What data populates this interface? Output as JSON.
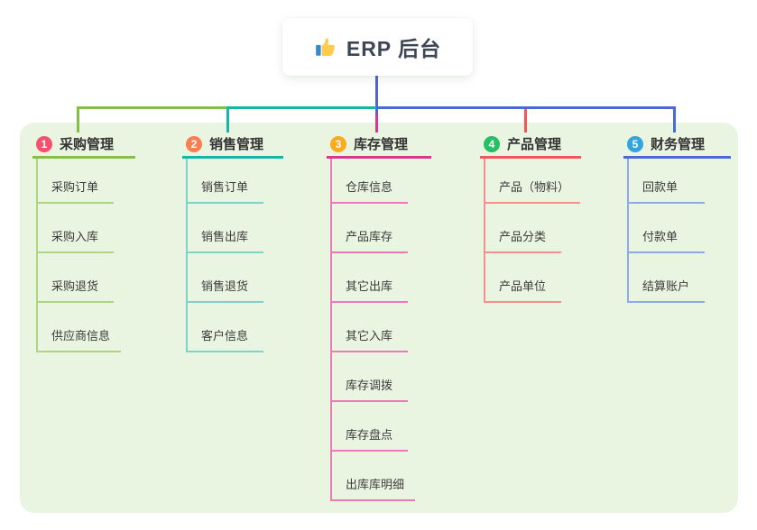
{
  "theme": {
    "canvas_bg": "#ffffff",
    "panel_bg": "#e9f4e1",
    "root_connector_color": "#5064d2",
    "header_text_color": "#333333",
    "child_text_color": "#3c3c3c"
  },
  "root": {
    "label": "ERP 后台",
    "icon": "thumbs-up-icon",
    "icon_hand_color": "#ffcc4d",
    "icon_cuff_color": "#3b88c3"
  },
  "branches": [
    {
      "number": "1",
      "label": "采购管理",
      "badge_color": "#f4516c",
      "line_color": "#84bf4a",
      "child_line_color": "#aed581",
      "children": [
        "采购订单",
        "采购入库",
        "采购退货",
        "供应商信息"
      ]
    },
    {
      "number": "2",
      "label": "销售管理",
      "badge_color": "#f9804e",
      "line_color": "#14b7a6",
      "child_line_color": "#7fd4c9",
      "children": [
        "销售订单",
        "销售出库",
        "销售退货",
        "客户信息"
      ]
    },
    {
      "number": "3",
      "label": "库存管理",
      "badge_color": "#fbab1e",
      "line_color": "#d9368e",
      "child_line_color": "#ee79b6",
      "children": [
        "仓库信息",
        "产品库存",
        "其它出库",
        "其它入库",
        "库存调拨",
        "库存盘点",
        "出库库明细"
      ]
    },
    {
      "number": "4",
      "label": "产品管理",
      "badge_color": "#25c063",
      "line_color": "#f2555a",
      "child_line_color": "#f4918f",
      "children": [
        "产品（物料）",
        "产品分类",
        "产品单位"
      ]
    },
    {
      "number": "5",
      "label": "财务管理",
      "badge_color": "#35a3df",
      "line_color": "#4a68d8",
      "child_line_color": "#8ea9e8",
      "children": [
        "回款单",
        "付款单",
        "结算账户"
      ]
    }
  ]
}
